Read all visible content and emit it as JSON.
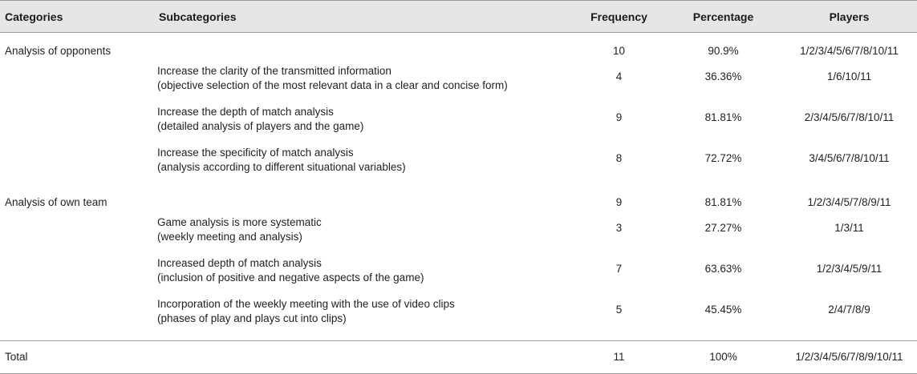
{
  "header": {
    "categories": "Categories",
    "subcategories": "Subcategories",
    "frequency": "Frequency",
    "percentage": "Percentage",
    "players": "Players"
  },
  "rows": [
    {
      "category": "Analysis of opponents",
      "frequency": "10",
      "percentage": "90.9%",
      "players": "1/2/3/4/5/6/7/8/10/11"
    },
    {
      "sub_line1": "Increase the clarity of the transmitted information",
      "sub_line2": "(objective selection of the most relevant data in a clear and concise form)",
      "frequency": "4",
      "percentage": "36.36%",
      "players": "1/6/10/11"
    },
    {
      "sub_line1": "Increase the depth of match analysis",
      "sub_line2": "(detailed analysis of players and the game)",
      "frequency": "9",
      "percentage": "81.81%",
      "players": "2/3/4/5/6/7/8/10/11"
    },
    {
      "sub_line1": "Increase the specificity of match analysis",
      "sub_line2": "(analysis according to different situational variables)",
      "frequency": "8",
      "percentage": "72.72%",
      "players": "3/4/5/6/7/8/10/11"
    },
    {
      "category": "Analysis of own team",
      "frequency": "9",
      "percentage": "81.81%",
      "players": "1/2/3/4/5/7/8/9/11"
    },
    {
      "sub_line1": "Game analysis is more systematic",
      "sub_line2": "(weekly meeting and analysis)",
      "frequency": "3",
      "percentage": "27.27%",
      "players": "1/3/11"
    },
    {
      "sub_line1": "Increased depth of match analysis",
      "sub_line2": "(inclusion of positive and negative aspects of the game)",
      "frequency": "7",
      "percentage": "63.63%",
      "players": "1/2/3/4/5/9/11"
    },
    {
      "sub_line1": "Incorporation of the weekly meeting with the use of video clips",
      "sub_line2": "(phases of play and plays cut into clips)",
      "frequency": "5",
      "percentage": "45.45%",
      "players": "2/4/7/8/9"
    }
  ],
  "total": {
    "label": "Total",
    "frequency": "11",
    "percentage": "100%",
    "players": "1/2/3/4/5/6/7/8/9/10/11"
  }
}
